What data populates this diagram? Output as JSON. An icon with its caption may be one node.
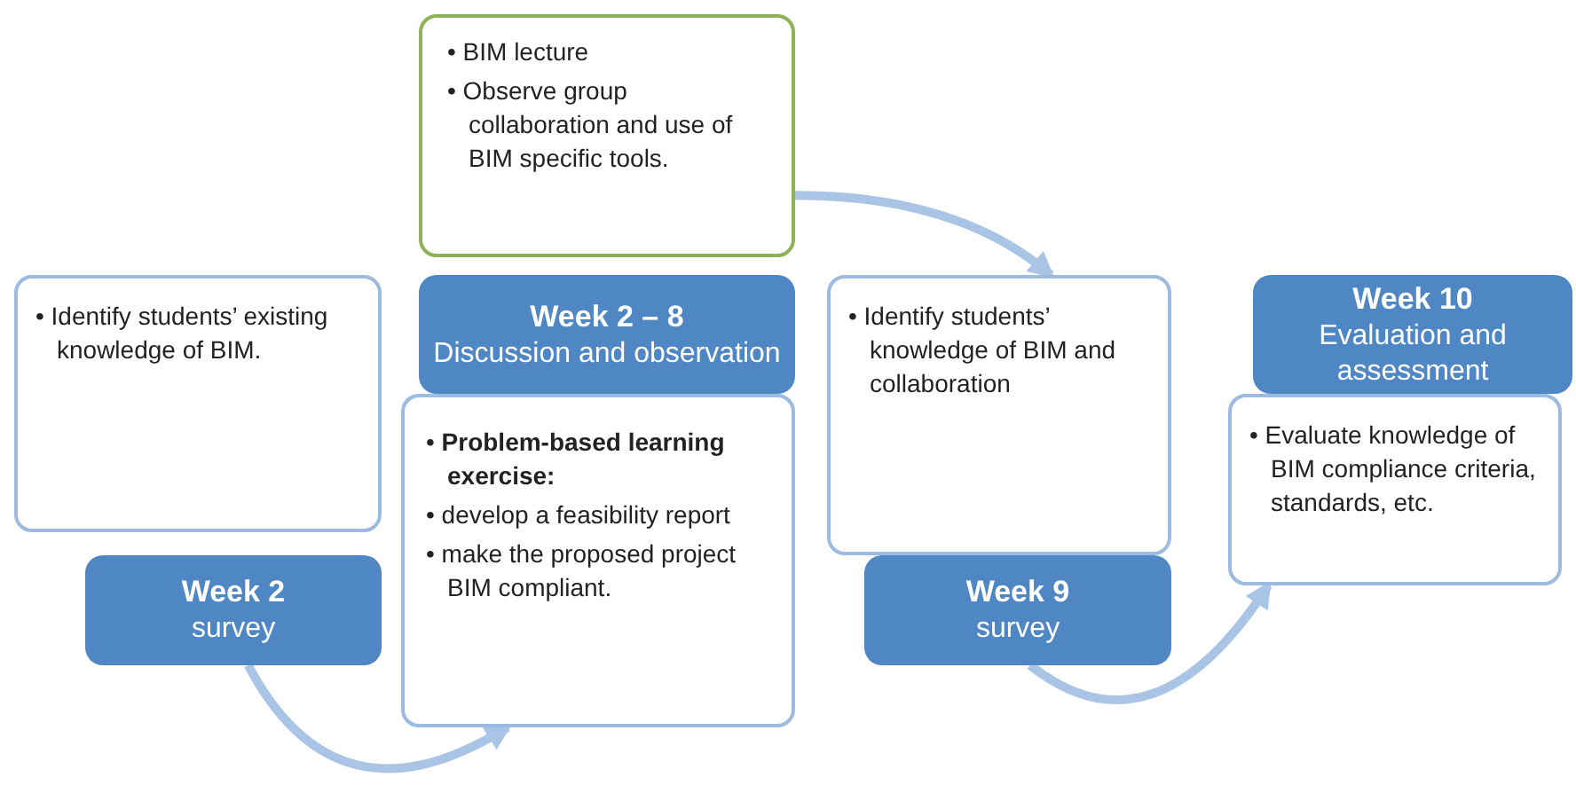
{
  "diagram": {
    "nodes": [
      {
        "text": [
          "• Identify students’ existing knowledge of BIM."
        ]
      },
      {
        "text": [
          "Week 2",
          "survey"
        ]
      },
      {
        "text": [
          "• BIM lecture",
          "• Observe group collaboration and use of BIM specific tools."
        ]
      },
      {
        "text": [
          "Week 2 – 8",
          "Discussion and observation"
        ]
      },
      {
        "text": [
          "• **Problem-based learning exercise:**",
          "• develop a feasibility report",
          "• make the proposed project BIM compliant."
        ]
      },
      {
        "text": [
          "• Identify students’ knowledge of BIM and collaboration"
        ]
      },
      {
        "text": [
          "Week 9",
          "survey"
        ]
      },
      {
        "text": [
          "Week 10",
          "Evaluation and assessment"
        ]
      },
      {
        "text": [
          "• Evaluate knowledge of BIM compliance criteria, standards, etc."
        ]
      }
    ],
    "edges": [
      {
        "from": 1,
        "to": 4,
        "arrow": "to"
      },
      {
        "from": 2,
        "to": 5,
        "arrow": "to"
      },
      {
        "from": 6,
        "to": 8,
        "arrow": "to"
      }
    ]
  }
}
